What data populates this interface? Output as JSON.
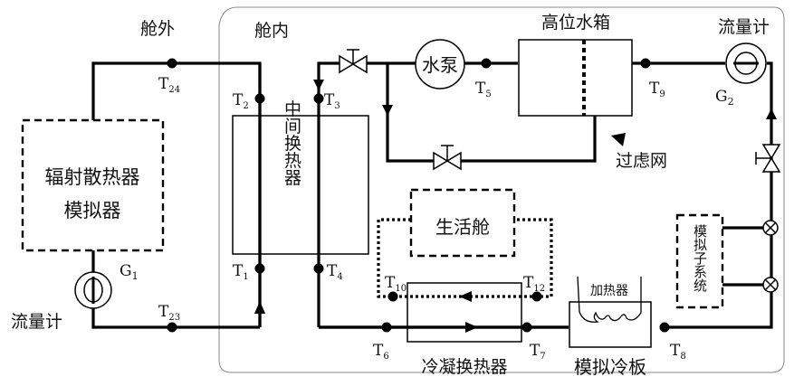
{
  "regions": {
    "outside": "舱外",
    "inside": "舱内"
  },
  "components": {
    "radiator": [
      "辐射散热器",
      "模拟器"
    ],
    "intermediate_hx": "中间换热器",
    "pump": "水泵",
    "tank": "高位水箱",
    "filter": "过虑网",
    "habitat": "生活舱",
    "condensing_hx": "冷凝换热器",
    "heater": "加热器",
    "cold_plate": "模拟冷板",
    "sim_subsystem": "模拟子系统",
    "flowmeter_left": "流量计",
    "flowmeter_right": "流量计"
  },
  "flowmeters": {
    "g1": {
      "main": "G",
      "sub": "1"
    },
    "g2": {
      "main": "G",
      "sub": "2"
    }
  },
  "sensors": [
    {
      "id": "T24",
      "main": "T",
      "sub": "24"
    },
    {
      "id": "T23",
      "main": "T",
      "sub": "23"
    },
    {
      "id": "T2",
      "main": "T",
      "sub": "2"
    },
    {
      "id": "T1",
      "main": "T",
      "sub": "1"
    },
    {
      "id": "T3",
      "main": "T",
      "sub": "3"
    },
    {
      "id": "T4",
      "main": "T",
      "sub": "4"
    },
    {
      "id": "T5",
      "main": "T",
      "sub": "5"
    },
    {
      "id": "T9",
      "main": "T",
      "sub": "9"
    },
    {
      "id": "T6",
      "main": "T",
      "sub": "6"
    },
    {
      "id": "T7",
      "main": "T",
      "sub": "7"
    },
    {
      "id": "T8",
      "main": "T",
      "sub": "8"
    },
    {
      "id": "T10",
      "main": "T",
      "sub": "10"
    },
    {
      "id": "T12",
      "main": "T",
      "sub": "12"
    }
  ]
}
